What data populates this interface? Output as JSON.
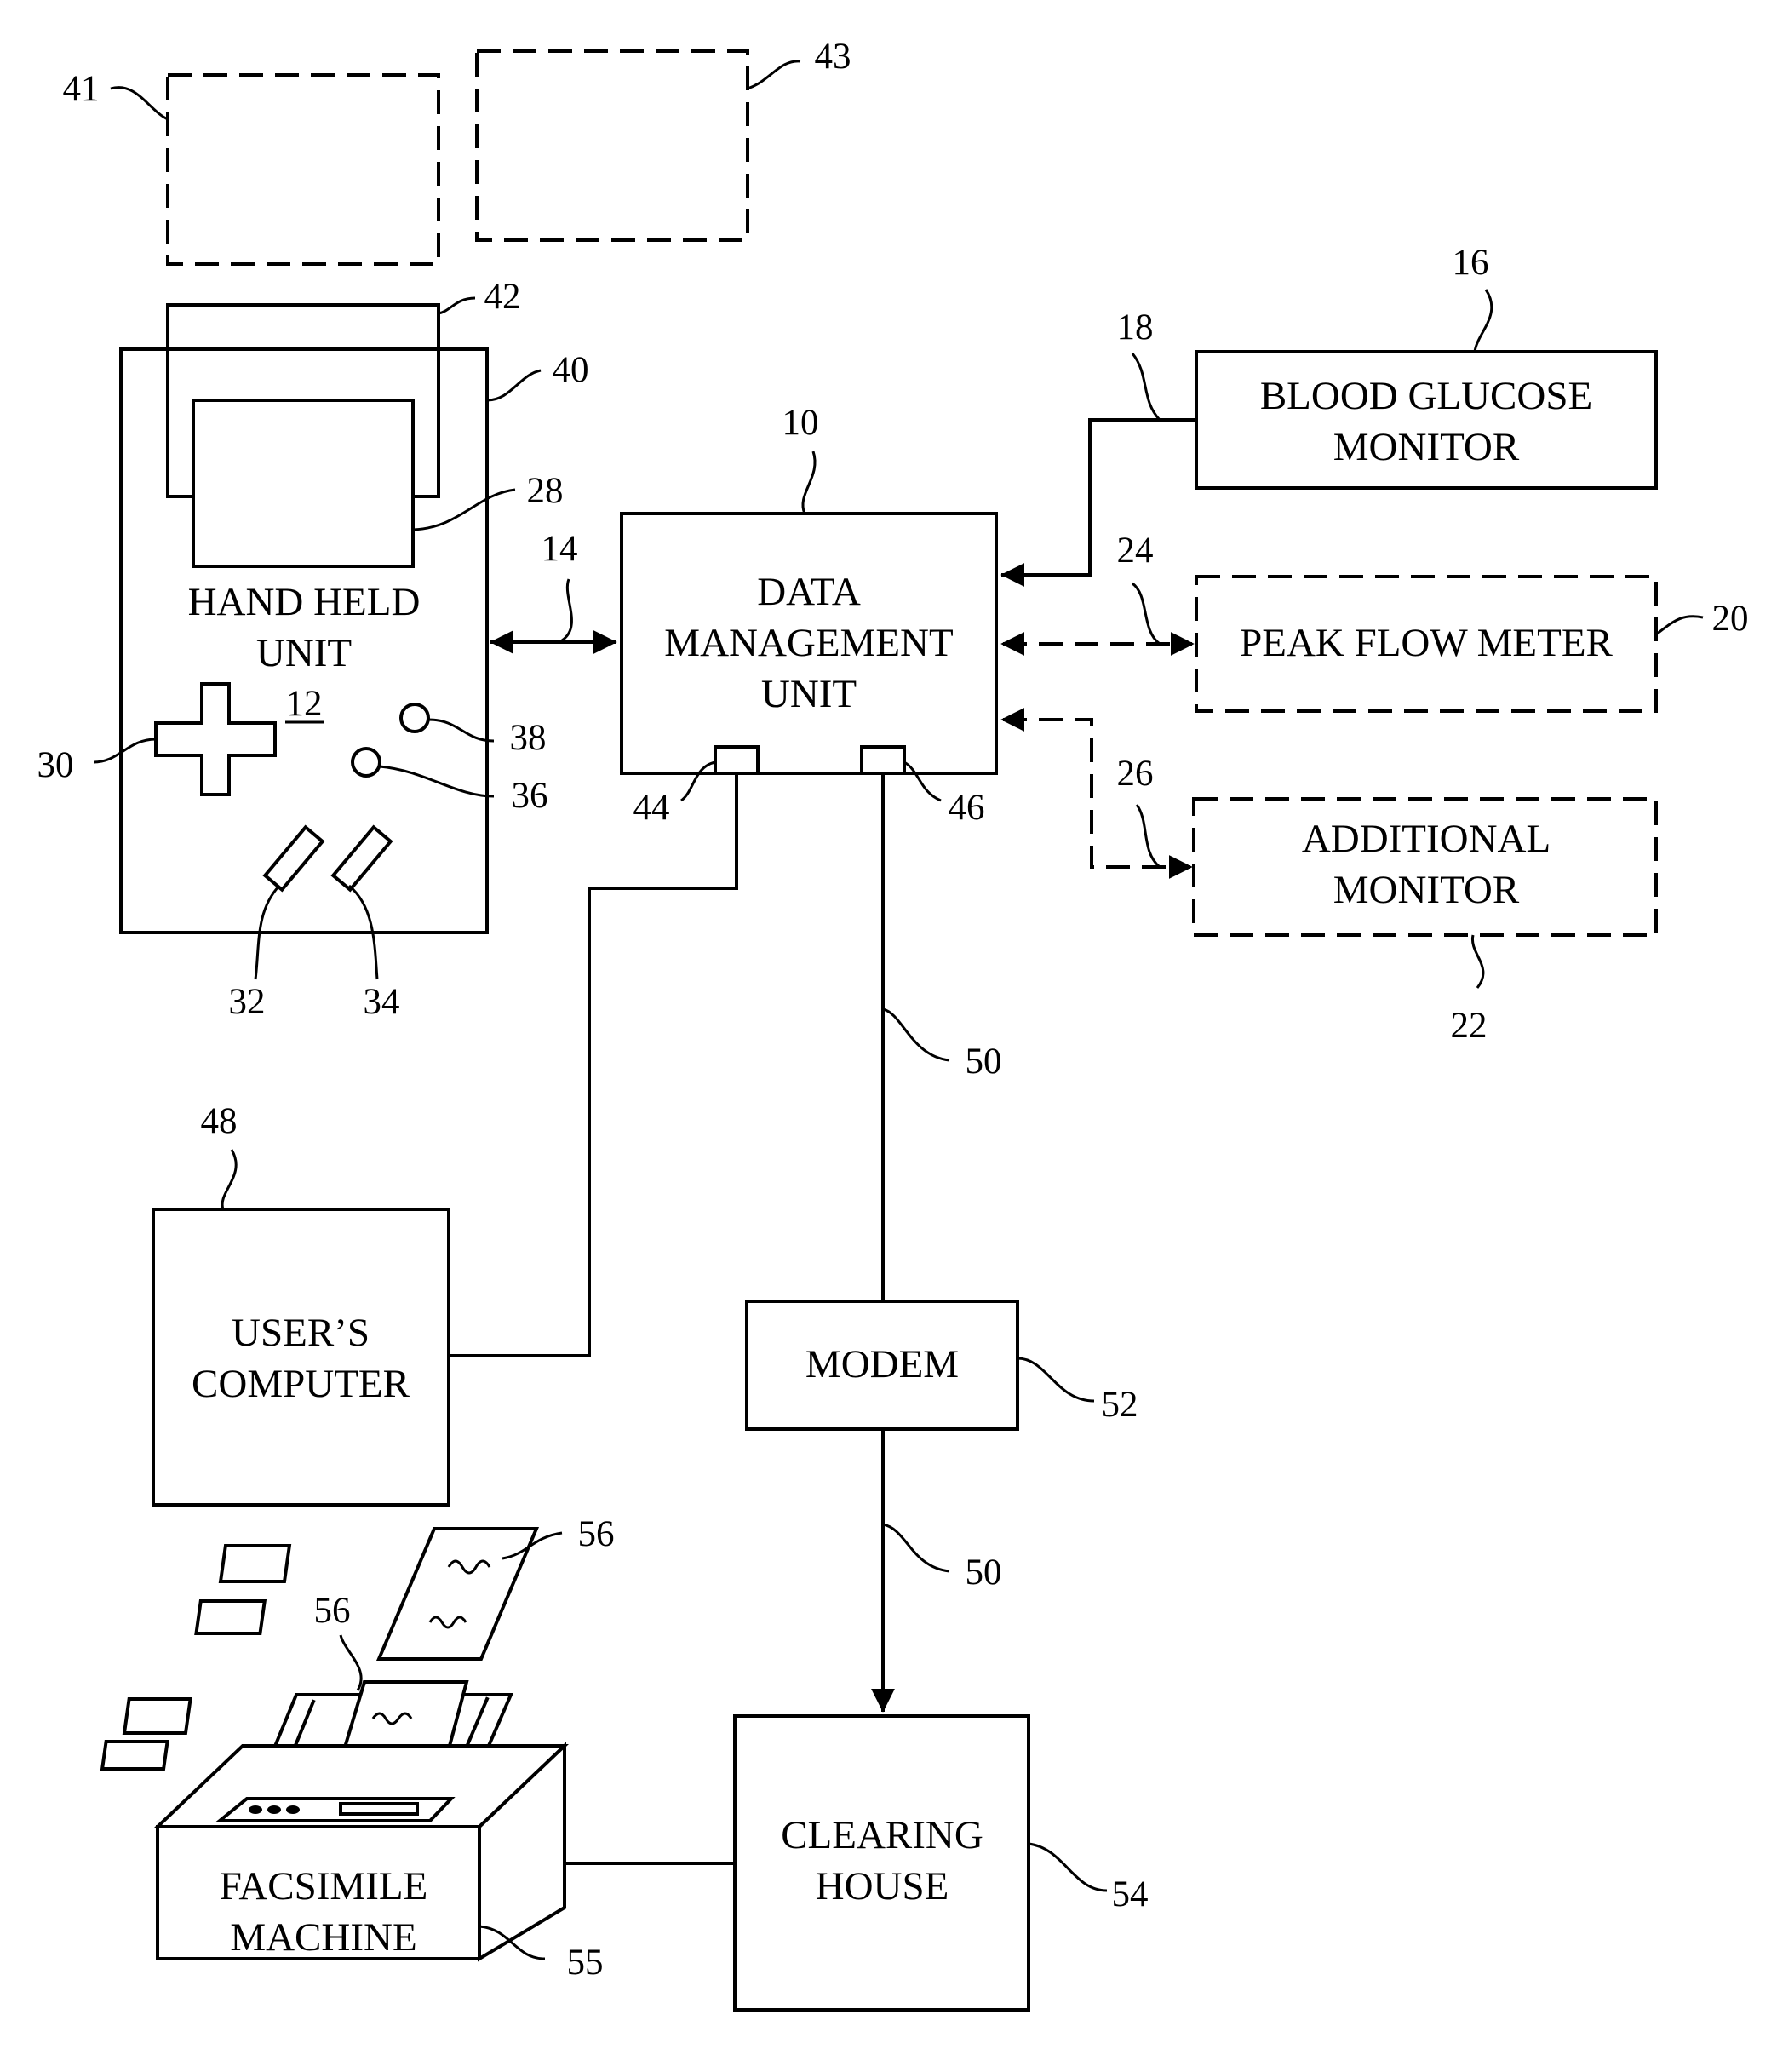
{
  "blocks": {
    "hand_held_unit": [
      "HAND HELD",
      "UNIT"
    ],
    "data_management_unit": [
      "DATA",
      "MANAGEMENT",
      "UNIT"
    ],
    "blood_glucose_monitor": [
      "BLOOD GLUCOSE",
      "MONITOR"
    ],
    "peak_flow_meter": [
      "PEAK FLOW METER"
    ],
    "additional_monitor": [
      "ADDITIONAL",
      "MONITOR"
    ],
    "users_computer": [
      "USER’S",
      "COMPUTER"
    ],
    "modem": [
      "MODEM"
    ],
    "clearing_house": [
      "CLEARING",
      "HOUSE"
    ],
    "facsimile_machine": [
      "FACSIMILE",
      "MACHINE"
    ]
  },
  "refs": {
    "r41": "41",
    "r43": "43",
    "r42": "42",
    "r40": "40",
    "r28": "28",
    "r14": "14",
    "r10": "10",
    "r12": "12",
    "r30": "30",
    "r38": "38",
    "r36": "36",
    "r32": "32",
    "r34": "34",
    "r44": "44",
    "r46": "46",
    "r16": "16",
    "r18": "18",
    "r24": "24",
    "r20": "20",
    "r26": "26",
    "r22": "22",
    "r48": "48",
    "r50a": "50",
    "r50b": "50",
    "r52": "52",
    "r54": "54",
    "r55": "55",
    "r56a": "56",
    "r56b": "56"
  }
}
